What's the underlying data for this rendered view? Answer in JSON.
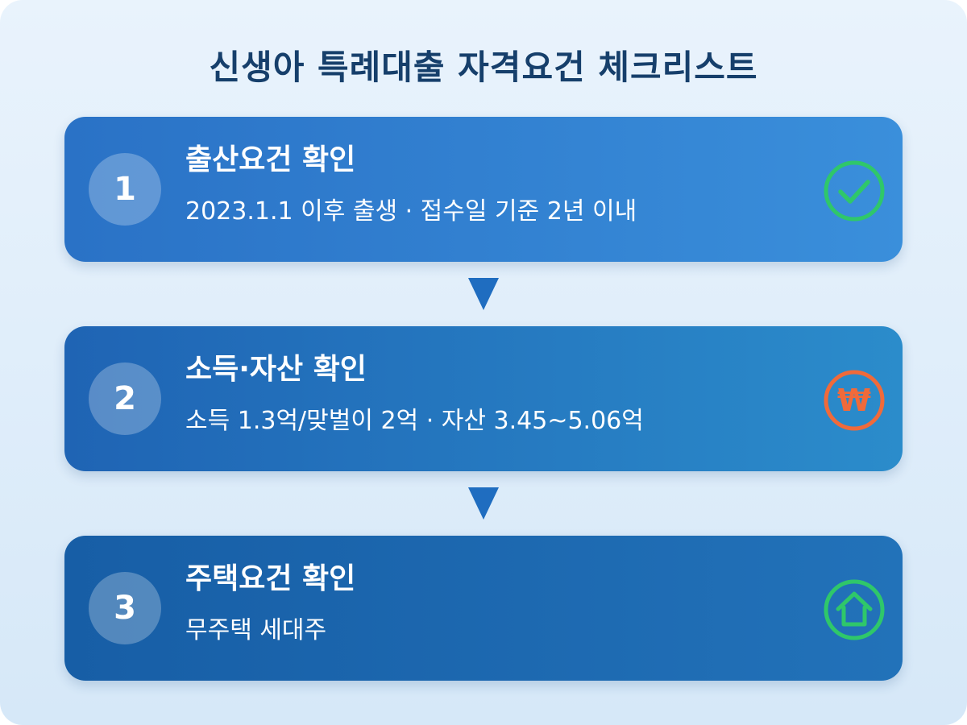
{
  "title": "신생아 특례대출 자격요건 체크리스트",
  "colors": {
    "check": "#2fc76a",
    "income": "#f06a3a",
    "house": "#2fc76a",
    "arrow": "#1f6dc0"
  },
  "steps": [
    {
      "number": "1",
      "title": "출산요건 확인",
      "description": "2023.1.1 이후 출생 · 접수일 기준 2년 이내",
      "icon": "check-circle-icon"
    },
    {
      "number": "2",
      "title": "소득·자산 확인",
      "description": "소득 1.3억/맞벌이 2억 · 자산 3.45~5.06억",
      "icon": "won-circle-icon",
      "icon_glyph": "₩"
    },
    {
      "number": "3",
      "title": "주택요건 확인",
      "description": "무주택 세대주",
      "icon": "house-circle-icon"
    }
  ]
}
